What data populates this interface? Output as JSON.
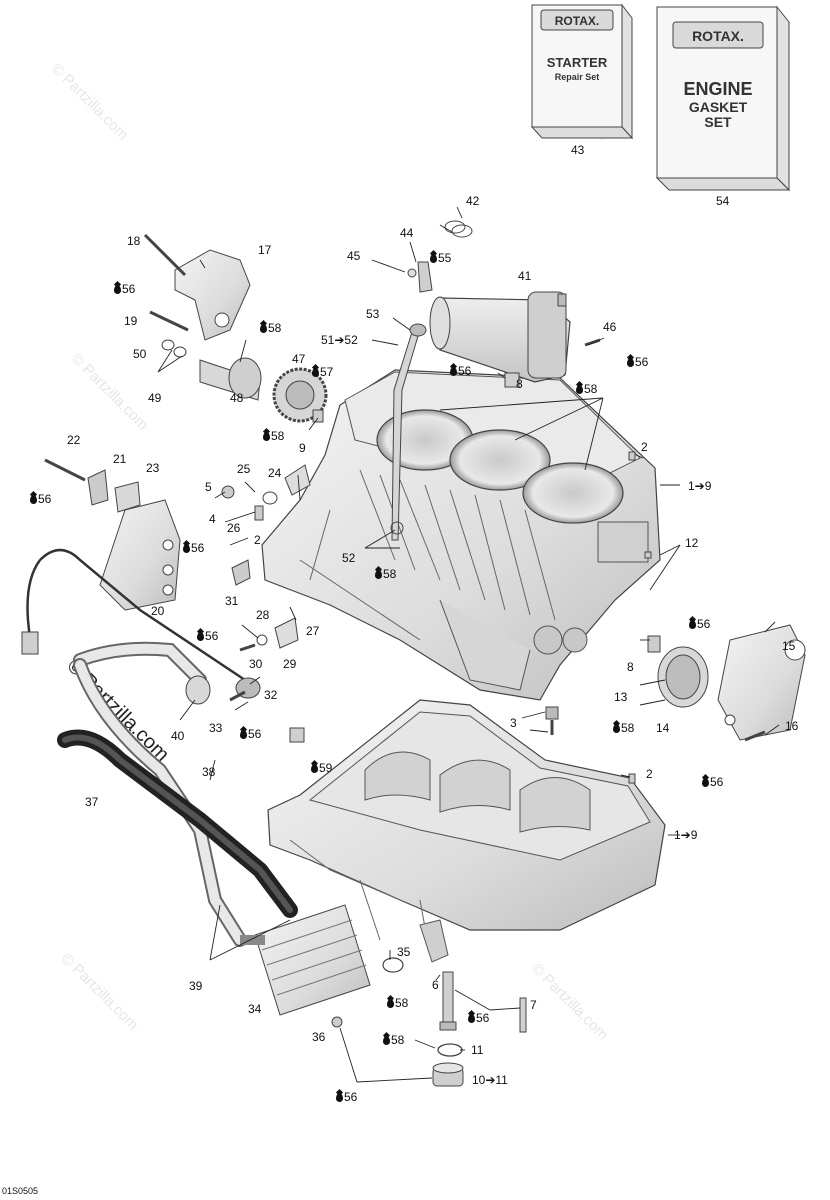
{
  "watermark": "© Partzilla.com",
  "diagram_code": "01S0505",
  "kits": [
    {
      "id": "43",
      "brand": "ROTAX.",
      "title_line1": "STARTER",
      "title_line2": "Repair Set",
      "title_line3": ""
    },
    {
      "id": "54",
      "brand": "ROTAX.",
      "title_line1": "ENGINE",
      "title_line2": "GASKET",
      "title_line3": "SET"
    }
  ],
  "callouts": [
    {
      "text": "18"
    },
    {
      "text": "17"
    },
    {
      "text": "56",
      "drop": "before"
    },
    {
      "text": "19"
    },
    {
      "text": "58",
      "drop": "before"
    },
    {
      "text": "50"
    },
    {
      "text": "47"
    },
    {
      "text": "49"
    },
    {
      "text": "48"
    },
    {
      "text": "57",
      "drop": "before"
    },
    {
      "text": "45"
    },
    {
      "text": "44"
    },
    {
      "text": "42"
    },
    {
      "text": "55",
      "drop": "before"
    },
    {
      "text": "41"
    },
    {
      "text": "53"
    },
    {
      "text": "51➔52"
    },
    {
      "text": "46"
    },
    {
      "text": "56",
      "drop": "before"
    },
    {
      "text": "56",
      "drop": "before"
    },
    {
      "text": "8"
    },
    {
      "text": "58",
      "drop": "before"
    },
    {
      "text": "58",
      "drop": "before"
    },
    {
      "text": "9"
    },
    {
      "text": "2"
    },
    {
      "text": "22"
    },
    {
      "text": "21"
    },
    {
      "text": "23"
    },
    {
      "text": "56",
      "drop": "before"
    },
    {
      "text": "25"
    },
    {
      "text": "24"
    },
    {
      "text": "5"
    },
    {
      "text": "4"
    },
    {
      "text": "26"
    },
    {
      "text": "2"
    },
    {
      "text": "1➔9"
    },
    {
      "text": "56",
      "drop": "before"
    },
    {
      "text": "52"
    },
    {
      "text": "58",
      "drop": "before"
    },
    {
      "text": "12"
    },
    {
      "text": "31"
    },
    {
      "text": "20"
    },
    {
      "text": "28"
    },
    {
      "text": "27"
    },
    {
      "text": "15"
    },
    {
      "text": "56",
      "drop": "before"
    },
    {
      "text": "56",
      "drop": "before"
    },
    {
      "text": "30"
    },
    {
      "text": "29"
    },
    {
      "text": "8"
    },
    {
      "text": "32"
    },
    {
      "text": "13"
    },
    {
      "text": "33"
    },
    {
      "text": "56",
      "drop": "before"
    },
    {
      "text": "40"
    },
    {
      "text": "3"
    },
    {
      "text": "58",
      "drop": "before"
    },
    {
      "text": "14"
    },
    {
      "text": "16"
    },
    {
      "text": "38"
    },
    {
      "text": "59",
      "drop": "before"
    },
    {
      "text": "2"
    },
    {
      "text": "56",
      "drop": "before"
    },
    {
      "text": "37"
    },
    {
      "text": "1➔9"
    },
    {
      "text": "35"
    },
    {
      "text": "39"
    },
    {
      "text": "6"
    },
    {
      "text": "58",
      "drop": "before"
    },
    {
      "text": "7"
    },
    {
      "text": "34"
    },
    {
      "text": "56",
      "drop": "before"
    },
    {
      "text": "36"
    },
    {
      "text": "58",
      "drop": "before"
    },
    {
      "text": "11"
    },
    {
      "text": "10➔11"
    },
    {
      "text": "56",
      "drop": "before"
    }
  ]
}
